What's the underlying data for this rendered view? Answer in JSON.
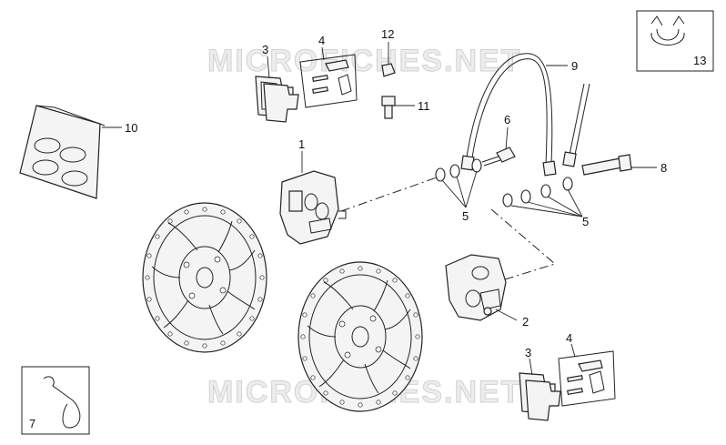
{
  "watermark": "MICROFICHES.NET",
  "callouts": {
    "c1": "1",
    "c2": "2",
    "c3a": "3",
    "c3b": "3",
    "c4a": "4",
    "c4b": "4",
    "c5a": "5",
    "c5b": "5",
    "c6": "6",
    "c7": "7",
    "c8": "8",
    "c9": "9",
    "c10": "10",
    "c11": "11",
    "c12": "12",
    "c13": "13"
  },
  "colors": {
    "line": "#222222",
    "part_fill": "#f4f4f4",
    "watermark_fill": "#ededed"
  },
  "icons": [
    "brake-disc-icon",
    "brake-caliper-icon",
    "brake-pad-icon",
    "bolt-icon",
    "washer-icon",
    "brake-hose-icon",
    "spring-clip-icon",
    "hose-clip-icon",
    "pad-kit-package-icon"
  ]
}
